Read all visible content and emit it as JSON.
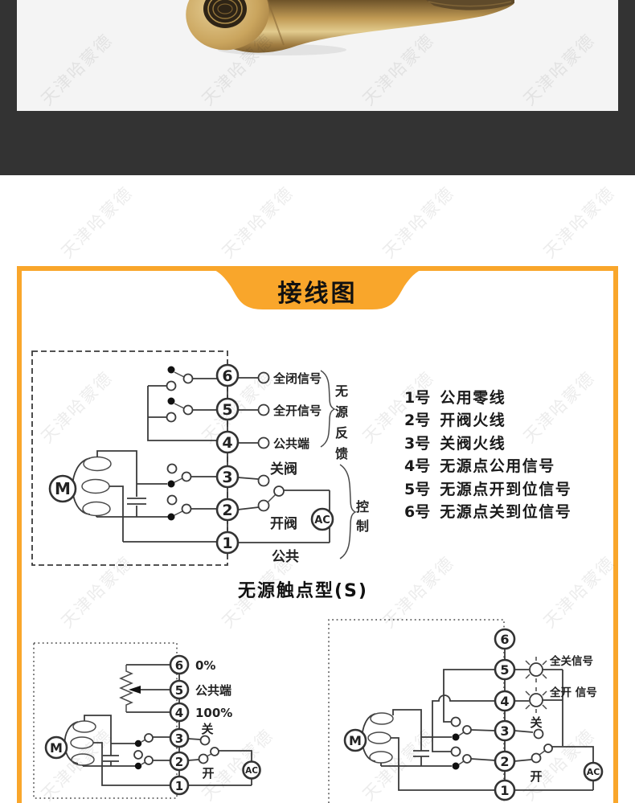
{
  "watermark": {
    "text": "天津哈蒙德"
  },
  "colors": {
    "accent": "#F9A62B",
    "hero_background": "#333333",
    "photo_background": "#F4F4F4",
    "diagram_line": "#3A3A3A"
  },
  "banner": {
    "title": "接线图"
  },
  "diagram_passive": {
    "caption": "无源触点型(S)",
    "motor_label": "M",
    "ac_label": "AC",
    "terminals": [
      "6",
      "5",
      "4",
      "3",
      "2",
      "1"
    ],
    "terminal_labels": {
      "t6": "全闭信号",
      "t5": "全开信号",
      "t4": "公共端",
      "t3": "关阀",
      "t2": "开阀",
      "t1": "公共"
    },
    "feedback_bracket": [
      "无",
      "源",
      "反",
      "馈"
    ],
    "control_bracket": [
      "控",
      "制"
    ]
  },
  "wire_list": [
    {
      "no": "1号",
      "desc": "公用零线"
    },
    {
      "no": "2号",
      "desc": "开阀火线"
    },
    {
      "no": "3号",
      "desc": "关阀火线"
    },
    {
      "no": "4号",
      "desc": "无源点公用信号"
    },
    {
      "no": "5号",
      "desc": "无源点开到位信号"
    },
    {
      "no": "6号",
      "desc": "无源点关到位信号"
    }
  ],
  "diagram_potentiometer": {
    "motor_label": "M",
    "ac_label": "AC",
    "terminals": [
      "6",
      "5",
      "4",
      "3",
      "2",
      "1"
    ],
    "terminal_labels": {
      "t6": "0%",
      "t5": "公共端",
      "t4": "100%",
      "t3": "关",
      "t2": "开"
    }
  },
  "diagram_lamp": {
    "motor_label": "M",
    "ac_label": "AC",
    "terminals": [
      "6",
      "5",
      "4",
      "3",
      "2",
      "1"
    ],
    "terminal_labels": {
      "t5": "全关信号",
      "t4": "全开 信号",
      "t3": "关",
      "t2": "开"
    }
  }
}
